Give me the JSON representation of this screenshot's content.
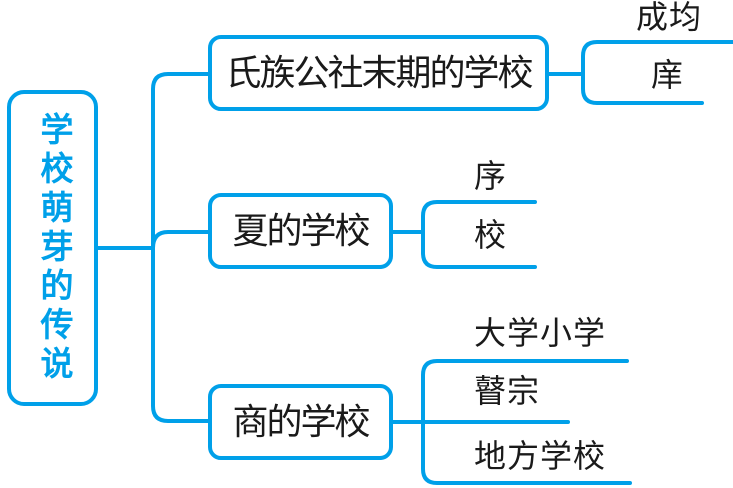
{
  "diagram": {
    "root": {
      "label": "学校萌芽的传说"
    },
    "branches": [
      {
        "label": "氏族公社末期的学校",
        "children": [
          "成均",
          "庠"
        ]
      },
      {
        "label": "夏的学校",
        "children": [
          "序",
          "校"
        ]
      },
      {
        "label": "商的学校",
        "children": [
          "大学小学",
          "瞽宗",
          "地方学校"
        ]
      }
    ],
    "colors": {
      "line": "#00a0e9",
      "text": "#1a1a1a",
      "background": "#ffffff"
    }
  }
}
